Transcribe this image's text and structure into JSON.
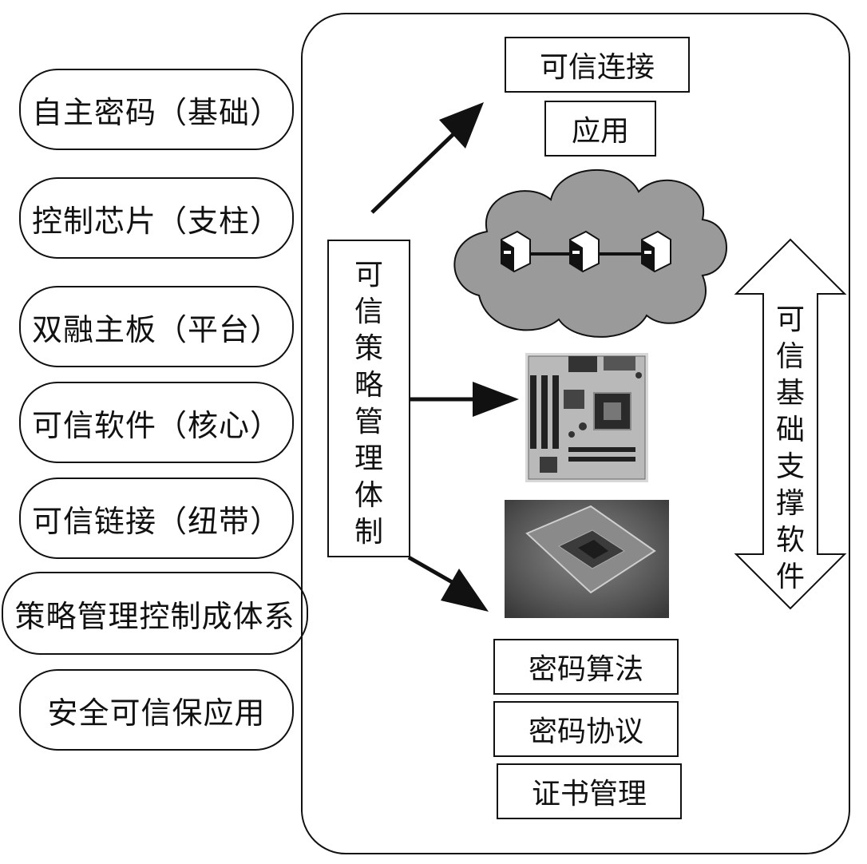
{
  "left_pills": [
    {
      "label": "自主密码（基础）"
    },
    {
      "label": "控制芯片（支柱）"
    },
    {
      "label": "双融主板（平台）"
    },
    {
      "label": "可信软件（核心）"
    },
    {
      "label": "可信链接（纽带）"
    },
    {
      "label": "策略管理控制成体系"
    },
    {
      "label": "安全可信保应用"
    }
  ],
  "top_boxes": {
    "connect": "可信连接",
    "app": "应用"
  },
  "policy_box": {
    "chars": [
      "可",
      "信",
      "策",
      "略",
      "管",
      "理",
      "体",
      "制"
    ]
  },
  "support_arrow": {
    "chars": [
      "可",
      "信",
      "基",
      "础",
      "支",
      "撑",
      "软",
      "件"
    ]
  },
  "bottom_boxes": {
    "algo": "密码算法",
    "protocol": "密码协议",
    "cert": "证书管理"
  },
  "icons": {
    "cloud": "cloud-network-icon",
    "server": "server-icon",
    "motherboard": "motherboard-image",
    "chip": "chip-image"
  }
}
